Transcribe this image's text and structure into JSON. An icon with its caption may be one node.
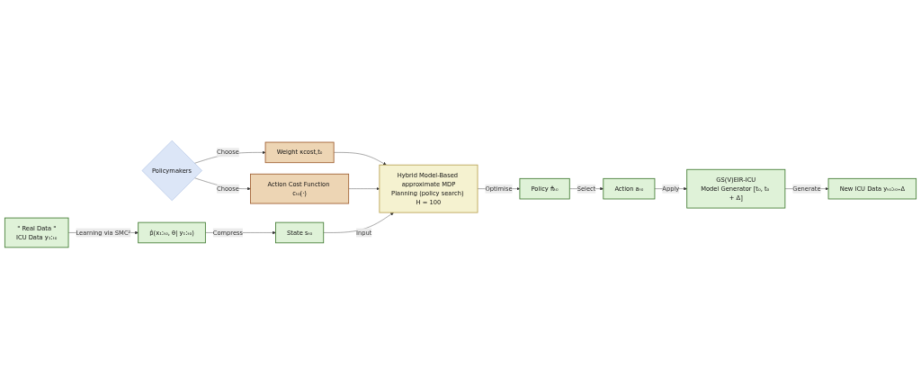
{
  "diagram": {
    "nodes": [
      {
        "text": [
          "Policymakers"
        ]
      },
      {
        "text": [
          "Weight κcost,t₀"
        ]
      },
      {
        "text": [
          "Action Cost Function cₜ₀(·)"
        ]
      },
      {
        "text": [
          "State sₜ₀"
        ]
      },
      {
        "text": [
          "Hybrid Model-Based approximate MDP",
          "Planning (policy search) H = 100"
        ]
      },
      {
        "text": [
          "Policy π̂ₜ₀"
        ]
      },
      {
        "text": [
          "Action aₜ₀"
        ]
      },
      {
        "text": [
          "p̂(x₁:ₜ₀, θ| y₁:ₜ₀)"
        ]
      },
      {
        "text": [
          "\" Real Data \"",
          "ICU Data y₁:ₜ₀"
        ]
      },
      {
        "text": [
          "New ICU Data yₜ₀:ₜ₀₊Δ"
        ]
      },
      {
        "text": [
          "GS(V)EIR-ICU",
          "Model Generator [t₀, t₀ + Δ]"
        ]
      }
    ],
    "edges": [
      {
        "from": 0,
        "to": 1,
        "arrow": "to",
        "label": "Choose"
      },
      {
        "from": 0,
        "to": 2,
        "arrow": "to",
        "label": "Choose"
      },
      {
        "from": 1,
        "to": 4,
        "arrow": "to"
      },
      {
        "from": 2,
        "to": 4,
        "arrow": "to"
      },
      {
        "from": 3,
        "to": 4,
        "arrow": "to",
        "label": "Input"
      },
      {
        "from": 4,
        "to": 5,
        "arrow": "to",
        "label": "Optimise"
      },
      {
        "from": 5,
        "to": 6,
        "arrow": "to",
        "label": "Select"
      },
      {
        "from": 6,
        "to": 10,
        "arrow": "to",
        "label": "Apply"
      },
      {
        "from": 10,
        "to": 9,
        "arrow": "to",
        "label": "Generate"
      },
      {
        "from": 8,
        "to": 7,
        "arrow": "to",
        "label": "Learning via SMC²"
      },
      {
        "from": 7,
        "to": 3,
        "arrow": "to",
        "label": "Compress"
      }
    ]
  }
}
